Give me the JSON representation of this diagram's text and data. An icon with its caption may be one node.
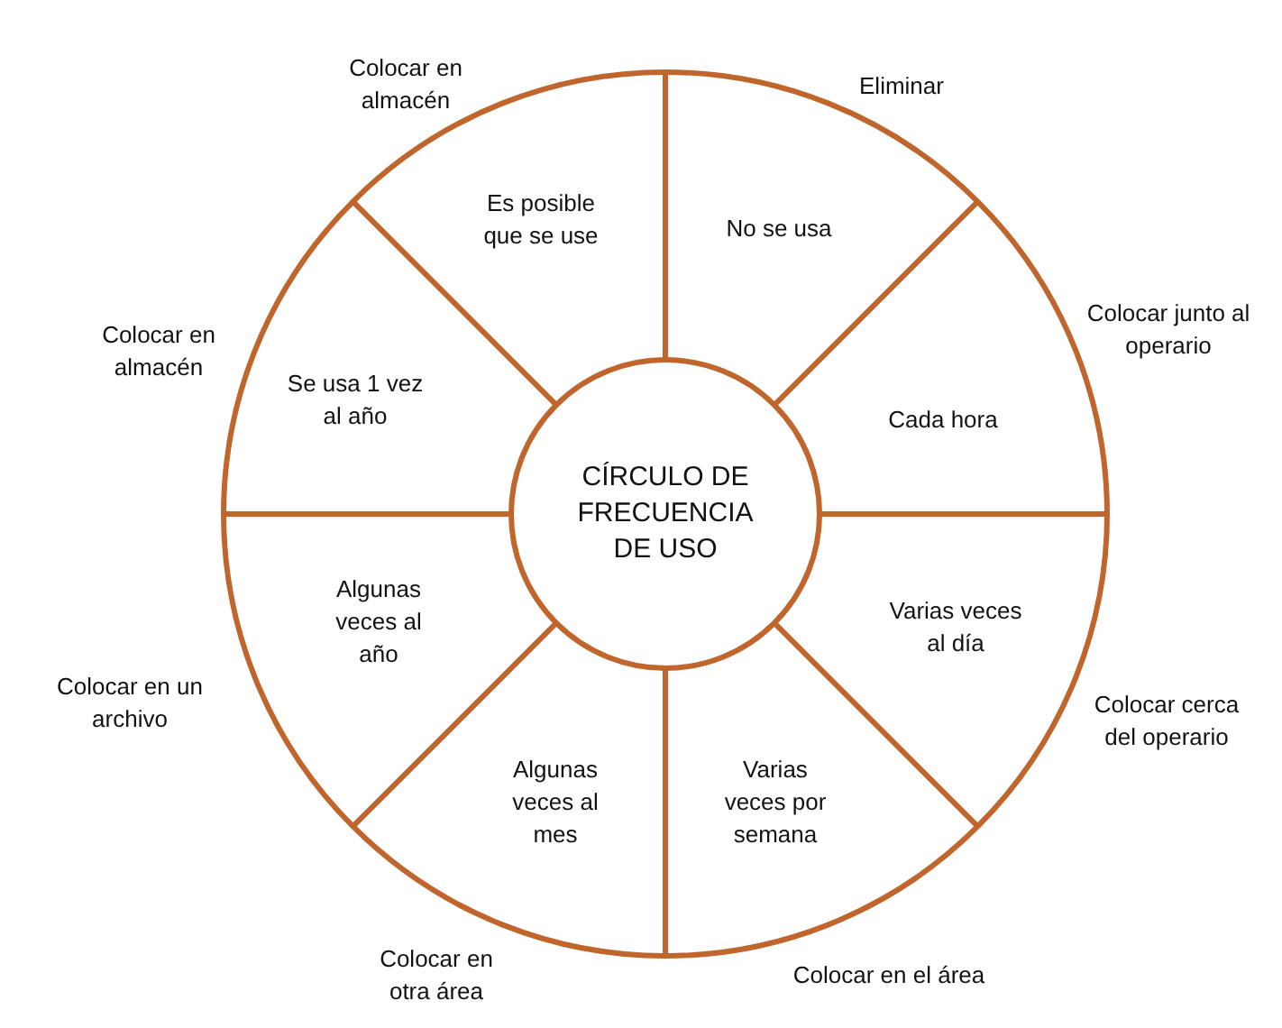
{
  "diagram": {
    "nodes": [
      {
        "text": [
          "CÍRCULO DE FRECUENCIA DE USO"
        ]
      },
      {
        "text": [
          "No se usa"
        ]
      },
      {
        "text": [
          "Cada hora"
        ]
      },
      {
        "text": [
          "Varias veces al día"
        ]
      },
      {
        "text": [
          "Varias veces por semana"
        ]
      },
      {
        "text": [
          "Algunas veces al mes"
        ]
      },
      {
        "text": [
          "Algunas veces al año"
        ]
      },
      {
        "text": [
          "Se usa 1 vez al año"
        ]
      },
      {
        "text": [
          "Es posible que se use"
        ]
      }
    ],
    "labels": [
      "Colocar en almacén",
      "Eliminar",
      "Colocar junto al operario",
      "Colocar en almacén",
      "Colocar en un archivo",
      "Colocar cerca del operario",
      "Colocar en otra área",
      "Colocar en el área"
    ]
  }
}
